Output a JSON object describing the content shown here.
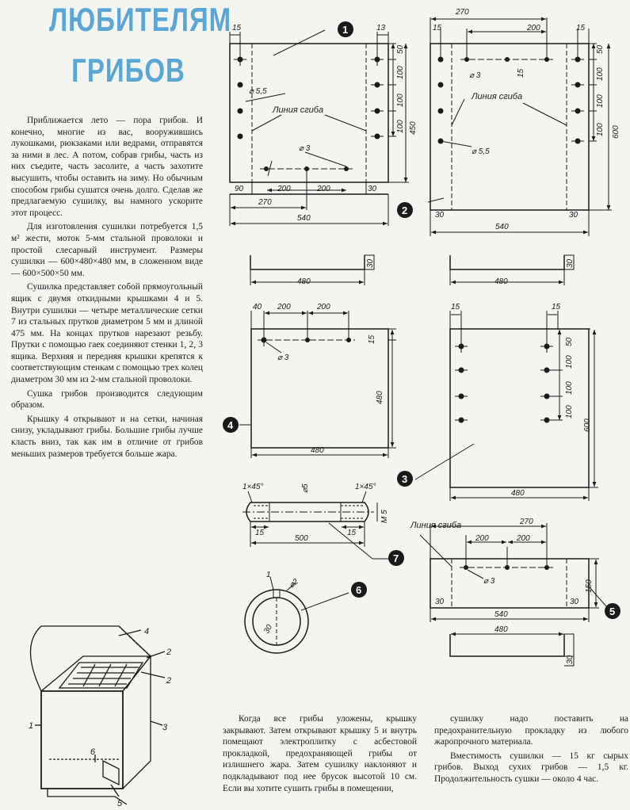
{
  "title": {
    "line1": "ЛЮБИТЕЛЯМ",
    "line2": "ГРИБОВ"
  },
  "article": {
    "left": [
      "Приближается лето — пора грибов. И конечно, многие из вас, вооружившись лукошками, рюкзаками или ведрами, отправятся за ними в лес. А потом, собрав грибы, часть из них съедите, часть засолите, а часть захотите высушить, чтобы оставить на зиму. Но обычным способом грибы сушатся очень долго. Сделав же предлагаемую сушилку, вы намного ускорите этот процесс.",
      "Для изготовления сушилки потребуется 1,5 м² жести, моток 5-мм стальной проволоки и простой слесарный инструмент. Размеры сушилки — 600×480×480 мм, в сложенном виде — 600×500×50 мм.",
      "Сушилка представляет собой прямоугольный ящик с двумя откидными крышками 4 и 5. Внутри сушилки — четыре металлические сетки 7 из стальных прутков диаметром 5 мм и длиной 475 мм. На концах прутков нарезают резьбу. Прутки с помощью гаек соединяют стенки 1, 2, 3 ящика. Верхняя и передняя крышки крепятся к соответствующим стенкам с помощью трех колец диаметром 30 мм из 2-мм стальной проволоки.",
      "Сушка грибов производится следующим образом.",
      "Крышку 4 открывают и на сетки, начиная снизу, укладывают грибы. Большие грибы лучше класть вниз, так как им в отличие от грибов меньших размеров требуется больше жара."
    ],
    "middle": [
      "Когда все грибы уложены, крышку закрывают. Затем открывают крышку 5 и внутрь помещают электроплитку с асбестовой прокладкой, предохраняющей грибы от излишнего жара. Затем сушилку наклоняют и подкладывают под нее брусок высотой 10 см. Если вы хотите сушить грибы в помещении,"
    ],
    "right": [
      "сушилку надо поставить на предохранительную прокладку из любого жаропрочного материала.",
      "Вместимость сушилки — 15 кг сырых грибов. Выход сухих грибов — 1,5 кг. Продолжительность сушки — около 4 час."
    ]
  },
  "drawing": {
    "fold_line": "Линия сгиба",
    "parts": {
      "p1": "1",
      "p2": "2",
      "p3": "3",
      "p4": "4",
      "p5": "5",
      "p6": "6",
      "p7": "7"
    },
    "dims": {
      "d15": "15",
      "d13": "13",
      "d50": "50",
      "d100": "100",
      "d450": "450",
      "d600": "600",
      "d5_5": "⌀ 5,5",
      "d3": "⌀ 3",
      "d90": "90",
      "d200": "200",
      "d270": "270",
      "d540": "540",
      "d480": "480",
      "d30": "30",
      "d40": "40",
      "d150": "150",
      "d500": "500",
      "d2": "⌀2",
      "d5": "⌀5",
      "d1": "1",
      "dM5": "М 5",
      "dchamfer": "1×45°"
    },
    "assembly_labels": {
      "a4": "4",
      "a2": "2",
      "a3": "3",
      "a6": "6",
      "a5": "5",
      "a1": "1"
    }
  }
}
